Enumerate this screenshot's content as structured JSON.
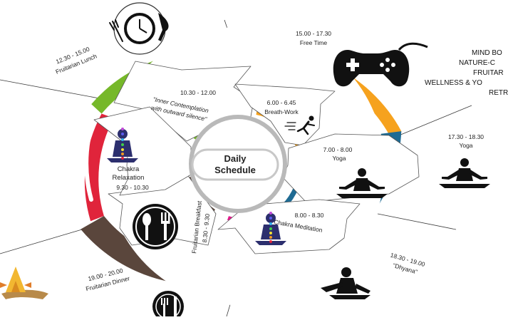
{
  "title": {
    "lines": [
      "MIND BO",
      "NATURE-C",
      "FRUITAR",
      "WELLNESS & YO",
      "RETR"
    ]
  },
  "center": {
    "line1": "Daily",
    "line2": "Schedule"
  },
  "events": {
    "lunch": {
      "time": "12.30 - 15.00",
      "label": "Fruitarian Lunch"
    },
    "free_time": {
      "time": "15.00 - 17.30",
      "label": "Free Time"
    },
    "yoga_evening": {
      "time": "17.30 - 18.30",
      "label": "Yoga"
    },
    "dhyana": {
      "time": "18.30 - 19.00",
      "label": "\"Dhyana\""
    },
    "dinner": {
      "time": "19.00 - 20.00",
      "label": "Fruitarian Dinner"
    },
    "contemplation": {
      "time": "10.30 - 12.00",
      "line1": "\"Inner Contemplation",
      "line2": "with outward silence\""
    },
    "breathwork": {
      "time": "6.00 - 6.45",
      "label": "Breath-Work"
    },
    "yoga_morning": {
      "time": "7.00 - 8.00",
      "label": "Yoga"
    },
    "chakra_meditation": {
      "time": "8.00 - 8.30",
      "label": "Chakra Meditation"
    },
    "breakfast": {
      "time": "8.30 - 9.30",
      "label": "Fruitarian Breakfast"
    },
    "chakra_relaxation": {
      "line1": "Chakra",
      "line2": "Relaxation",
      "time": "9.30 - 10.30"
    }
  },
  "colors": {
    "green": "#76b82a",
    "orange": "#f6a21e",
    "blue": "#1f6b93",
    "magenta": "#e31a8c",
    "brown": "#5a463c",
    "red": "#e0243b",
    "center_ring": "#b9b9b9"
  }
}
